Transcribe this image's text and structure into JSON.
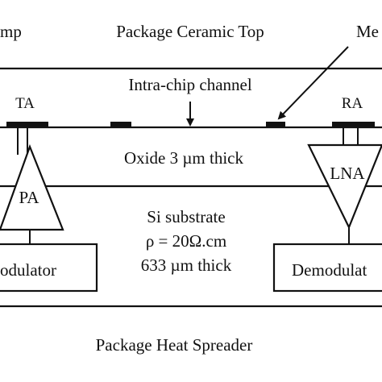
{
  "labels": {
    "top_left_partial": "mp",
    "package_top": "Package Ceramic Top",
    "metal_partial": "Me",
    "intra_chip_channel": "Intra-chip channel",
    "ta": "TA",
    "ra": "RA",
    "oxide": "Oxide 3 µm thick",
    "pa": "PA",
    "lna": "LNA",
    "si_line1": "Si substrate",
    "si_line2": "ρ = 20Ω.cm",
    "si_line3": "633 µm thick",
    "modulator": "odulator",
    "demodulator": "Demodulat",
    "heat_spreader": "Package Heat Spreader"
  },
  "colors": {
    "ink": "#111111",
    "background": "#ffffff"
  }
}
